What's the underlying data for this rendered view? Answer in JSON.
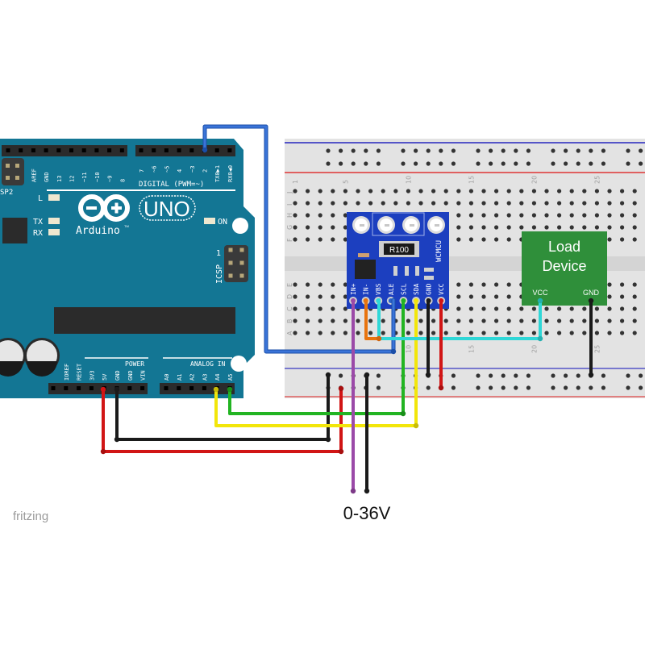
{
  "colors": {
    "arduino_board": "#137694",
    "arduino_dark": "#2b2b2b",
    "module_board": "#1c3fbf",
    "load_board": "#2f8f3a",
    "breadboard": "#e3e3e3",
    "rail_red": "#e06060",
    "rail_blue": "#5555c8",
    "wire_red": "#d11515",
    "wire_black": "#1a1a1a",
    "wire_yellow": "#f2e60a",
    "wire_green": "#22b422",
    "wire_blue": "#2a62c9",
    "wire_cyan": "#2fd7d7",
    "wire_orange": "#e8740f",
    "wire_purple": "#9b4aa8"
  },
  "arduino": {
    "logo_text": "Arduino",
    "tm": "TM",
    "model": "UNO",
    "digital_header_label": "DIGITAL (PWM=~)",
    "digital_pins": [
      "AREF",
      "GND",
      "13",
      "12",
      "~11",
      "~10",
      "~9",
      "8",
      "7",
      "~6",
      "~5",
      "4",
      "~3",
      "2",
      "TX0▶1",
      "RX0◀0"
    ],
    "power_header_label": "POWER",
    "power_pins": [
      "IOREF",
      "RESET",
      "3V3",
      "5V",
      "GND",
      "GND",
      "VIN"
    ],
    "analog_header_label": "ANALOG IN",
    "analog_pins": [
      "A0",
      "A1",
      "A2",
      "A3",
      "A4",
      "A5"
    ],
    "led_l": "L",
    "led_tx": "TX",
    "led_rx": "RX",
    "led_on": "ON",
    "icsp_label": "ICSP",
    "icsp_pin1": "1",
    "icsp2_label": "SP2"
  },
  "breadboard": {
    "column_labels": [
      "1",
      "5",
      "10",
      "15",
      "20",
      "25"
    ],
    "row_labels_top": [
      "J",
      "I",
      "H",
      "G",
      "F"
    ],
    "row_labels_bottom": [
      "E",
      "D",
      "C",
      "B",
      "A"
    ]
  },
  "sensor_module": {
    "name": "WCMCU",
    "shunt_label": "R100",
    "pins": [
      "IN+",
      "IN-",
      "VBS",
      "ALE",
      "SCL",
      "SDA",
      "GND",
      "VCC"
    ]
  },
  "load_device": {
    "title_line1": "Load",
    "title_line2": "Device",
    "pin_vcc": "VCC",
    "pin_gnd": "GND"
  },
  "supply_label": "0-36V",
  "watermark": "fritzing"
}
